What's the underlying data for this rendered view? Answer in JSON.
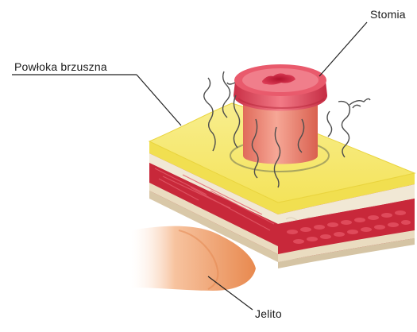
{
  "labels": {
    "stomia": "Stomia",
    "powloka": "Powłoka brzuszna",
    "jelito": "Jelito"
  },
  "colors": {
    "skin_top": "#f7ea72",
    "skin_side": "#f2df4e",
    "fat_layer": "#f3ead9",
    "muscle_layer": "#c8283a",
    "fascia_layer": "#efe2c8",
    "peritoneum_layer": "#d8c7a8",
    "intestine": "#f3a06c",
    "stoma_body": "#ee8c7c",
    "stoma_rim": "#e2485e",
    "suture": "#555555"
  }
}
